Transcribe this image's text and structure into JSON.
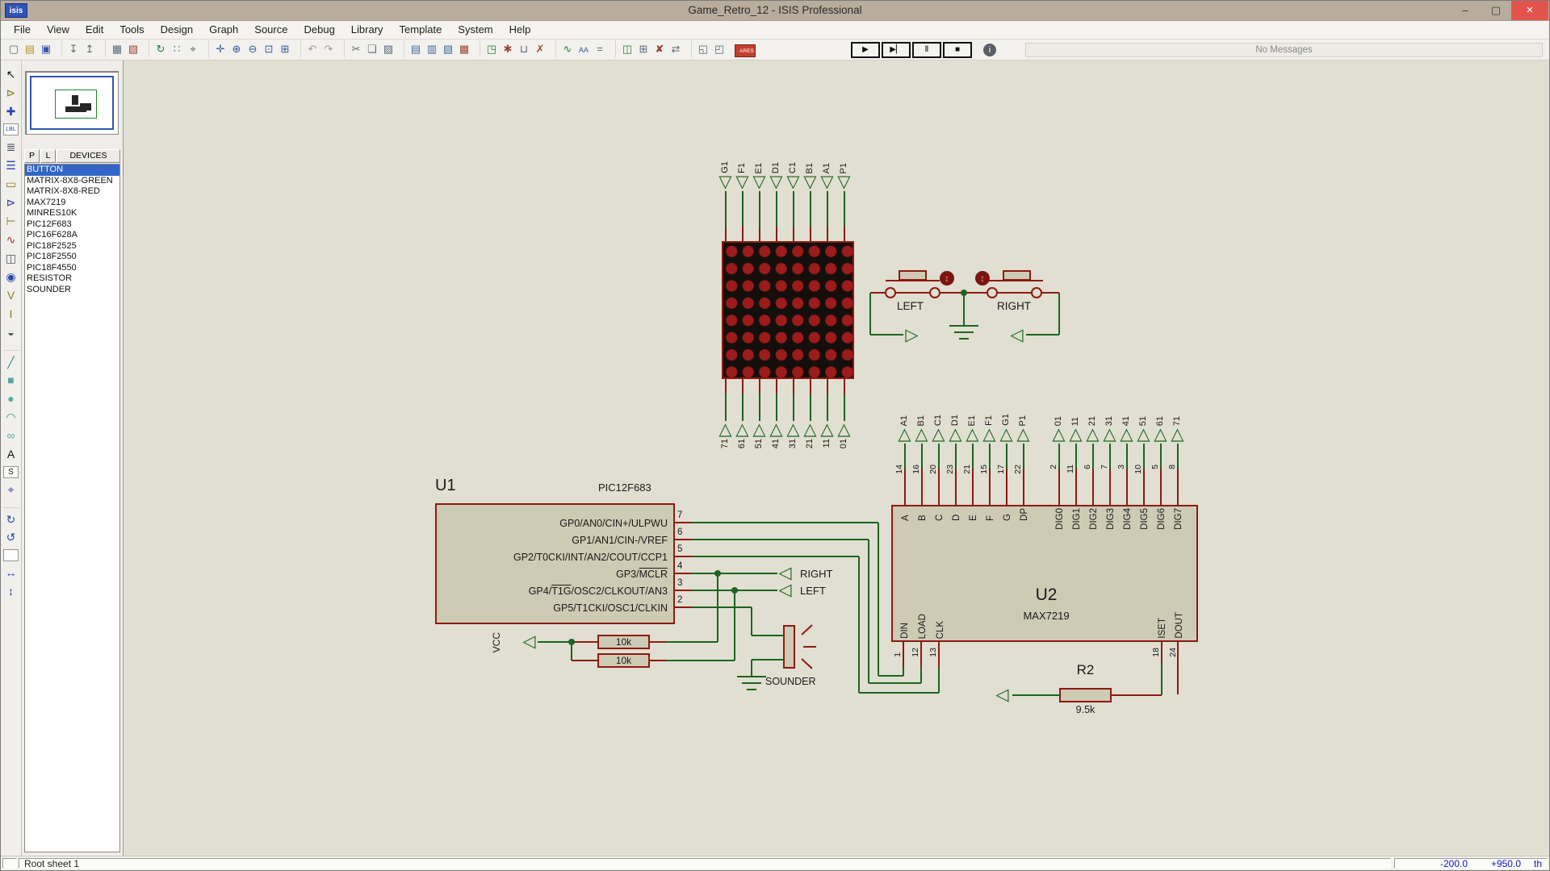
{
  "window": {
    "logo": "isis",
    "title": "Game_Retro_12 - ISIS Professional",
    "minimize": "–",
    "maximize": "▢",
    "close": "×"
  },
  "menu": {
    "items": [
      "File",
      "View",
      "Edit",
      "Tools",
      "Design",
      "Graph",
      "Source",
      "Debug",
      "Library",
      "Template",
      "System",
      "Help"
    ]
  },
  "toolbar": {
    "icons": [
      {
        "name": "new-design",
        "glyph": "▢",
        "color": "#5a6a7a"
      },
      {
        "name": "open-design",
        "glyph": "▤",
        "color": "#b8912f"
      },
      {
        "name": "save-design",
        "glyph": "▣",
        "color": "#3a56a8"
      },
      {
        "name": "import-section",
        "glyph": "↧",
        "color": "#5a6a7a",
        "gap": 1
      },
      {
        "name": "export-section",
        "glyph": "↥",
        "color": "#5a6a7a"
      },
      {
        "name": "print-design",
        "glyph": "▦",
        "color": "#5a6a7a",
        "gap": 1
      },
      {
        "name": "mark-output-area",
        "glyph": "▧",
        "color": "#9a4a3a"
      },
      {
        "name": "redraw-display",
        "glyph": "↻",
        "color": "#2a7a3a",
        "gap": 1
      },
      {
        "name": "toggle-grid",
        "glyph": "∷",
        "color": "#5a6a7a"
      },
      {
        "name": "false-origin",
        "glyph": "⌖",
        "color": "#5a6a7a"
      },
      {
        "name": "pan-centre",
        "glyph": "✛",
        "color": "#3a56a8",
        "gap": 1
      },
      {
        "name": "zoom-in",
        "glyph": "⊕",
        "color": "#3a56a8"
      },
      {
        "name": "zoom-out",
        "glyph": "⊖",
        "color": "#3a56a8"
      },
      {
        "name": "zoom-area",
        "glyph": "⊡",
        "color": "#3a56a8"
      },
      {
        "name": "zoom-all",
        "glyph": "⊞",
        "color": "#3a56a8"
      },
      {
        "name": "undo",
        "glyph": "↶",
        "color": "#9a9a9a",
        "gap": 1
      },
      {
        "name": "redo",
        "glyph": "↷",
        "color": "#9a9a9a"
      },
      {
        "name": "cut",
        "glyph": "✂",
        "color": "#5a6a7a",
        "gap": 1
      },
      {
        "name": "copy",
        "glyph": "❏",
        "color": "#5a6a7a"
      },
      {
        "name": "paste",
        "glyph": "▨",
        "color": "#5a6a7a"
      },
      {
        "name": "block-copy",
        "glyph": "▤",
        "color": "#4a6a9a",
        "gap": 1
      },
      {
        "name": "block-move",
        "glyph": "▥",
        "color": "#4a6a9a"
      },
      {
        "name": "block-rotate",
        "glyph": "▧",
        "color": "#4a6a9a"
      },
      {
        "name": "block-delete",
        "glyph": "▩",
        "color": "#9a4a3a"
      },
      {
        "name": "pick-device",
        "glyph": "◳",
        "color": "#2a7a3a",
        "gap": 1
      },
      {
        "name": "make-device",
        "glyph": "✱",
        "color": "#9a4a3a"
      },
      {
        "name": "packaging-tool",
        "glyph": "⊔",
        "color": "#5a6a7a"
      },
      {
        "name": "decompose",
        "glyph": "✗",
        "color": "#9a4a3a"
      },
      {
        "name": "wire-autorouter",
        "glyph": "∿",
        "color": "#2a7a3a",
        "gap": 1
      },
      {
        "name": "search-tag",
        "glyph": "AA",
        "color": "#3a56a8",
        "fs": "9px"
      },
      {
        "name": "property-assignment",
        "glyph": "=",
        "color": "#5a6a7a"
      },
      {
        "name": "design-explorer",
        "glyph": "◫",
        "color": "#2a7a3a",
        "gap": 1
      },
      {
        "name": "new-sheet",
        "glyph": "⊞",
        "color": "#5a6a7a"
      },
      {
        "name": "remove-sheet",
        "glyph": "✘",
        "color": "#9a3a2a"
      },
      {
        "name": "goto-sheet",
        "glyph": "⇄",
        "color": "#5a6a7a"
      },
      {
        "name": "zoom-to-child",
        "glyph": "◱",
        "color": "#5a6a7a",
        "gap": 1
      },
      {
        "name": "exit-to-parent",
        "glyph": "◰",
        "color": "#5a6a7a"
      },
      {
        "name": "netlist-to-ares",
        "glyph": "ARES",
        "color": "#ffffff",
        "cls": "ares",
        "fs": "6.5px",
        "gap": 1
      }
    ],
    "sim": [
      {
        "name": "play-button",
        "glyph": "▶"
      },
      {
        "name": "step-button",
        "glyph": "▶▏"
      },
      {
        "name": "pause-button",
        "glyph": "Ⅱ"
      },
      {
        "name": "stop-button",
        "glyph": "■"
      }
    ],
    "info": "i",
    "message": "No Messages"
  },
  "sidebar": {
    "tools": [
      {
        "name": "selection-mode",
        "glyph": "↖",
        "color": "#111111"
      },
      {
        "name": "component-mode",
        "glyph": "⊳",
        "color": "#8a7a1f"
      },
      {
        "name": "junction-dot-mode",
        "glyph": "✚",
        "color": "#2a46a8"
      },
      {
        "name": "wire-label-mode",
        "glyph": "LBL",
        "color": "#2a46a8",
        "fs": "7px",
        "cls": "boxed"
      },
      {
        "name": "text-script-mode",
        "glyph": "≣",
        "color": "#444455"
      },
      {
        "name": "buses-mode",
        "glyph": "☰",
        "color": "#2a46a8"
      },
      {
        "name": "subcircuit-mode",
        "glyph": "▭",
        "color": "#8a7a1f"
      },
      {
        "name": "terminals-mode",
        "glyph": "⊳",
        "color": "#2a46a8"
      },
      {
        "name": "device-pins-mode",
        "glyph": "⊢",
        "color": "#8a7a1f"
      },
      {
        "name": "graph-mode",
        "glyph": "∿",
        "color": "#aa3333"
      },
      {
        "name": "tape-recorder-mode",
        "glyph": "◫",
        "color": "#555566"
      },
      {
        "name": "generator-mode",
        "glyph": "◉",
        "color": "#2a46a8"
      },
      {
        "name": "voltage-probe-mode",
        "glyph": "V",
        "color": "#8a7a1f"
      },
      {
        "name": "current-probe-mode",
        "glyph": "I",
        "color": "#8a7a1f"
      },
      {
        "name": "virtual-instruments-mode",
        "glyph": "◒",
        "color": "#555566"
      },
      {
        "name": "2d-line-mode",
        "glyph": "╱",
        "color": "#3a8a8a",
        "gap": 1
      },
      {
        "name": "2d-box-mode",
        "glyph": "■",
        "color": "#58a8a0"
      },
      {
        "name": "2d-circle-mode",
        "glyph": "●",
        "color": "#58a8a0"
      },
      {
        "name": "2d-arc-mode",
        "glyph": "◠",
        "color": "#3a8a8a"
      },
      {
        "name": "2d-path-mode",
        "glyph": "∞",
        "color": "#58a8a0"
      },
      {
        "name": "2d-text-mode",
        "glyph": "A",
        "color": "#111111"
      },
      {
        "name": "2d-symbol-mode",
        "glyph": "S",
        "color": "#111111",
        "cls": "boxed",
        "fs": "10px"
      },
      {
        "name": "2d-markers-mode",
        "glyph": "⌖",
        "color": "#2a46a8"
      },
      {
        "name": "rotate-clockwise",
        "glyph": "↻",
        "color": "#2a46a8",
        "gap": 1
      },
      {
        "name": "rotate-anticlockwise",
        "glyph": "↺",
        "color": "#2a46a8"
      },
      {
        "name": "rotation-angle-field",
        "glyph": "",
        "color": "#111111",
        "cls": "boxed"
      },
      {
        "name": "x-mirror",
        "glyph": "↔",
        "color": "#2a46a8"
      },
      {
        "name": "y-mirror",
        "glyph": "↕",
        "color": "#2a46a8"
      }
    ],
    "selector": {
      "p": "P",
      "l": "L",
      "header": "DEVICES",
      "devices": [
        "BUTTON",
        "MATRIX-8X8-GREEN",
        "MATRIX-8X8-RED",
        "MAX7219",
        "MINRES10K",
        "PIC12F683",
        "PIC16F628A",
        "PIC18F2525",
        "PIC18F2550",
        "PIC18F4550",
        "RESISTOR",
        "SOUNDER"
      ]
    }
  },
  "schematic": {
    "matrix": {
      "top": [
        "G1",
        "F1",
        "E1",
        "D1",
        "C1",
        "B1",
        "A1",
        "P1"
      ],
      "bottom": [
        "71",
        "61",
        "51",
        "41",
        "31",
        "21",
        "11",
        "01"
      ]
    },
    "buttons": {
      "left_label": "LEFT",
      "right_label": "RIGHT"
    },
    "u1": {
      "ref": "U1",
      "value": "PIC12F683",
      "pins": [
        {
          "n": "7",
          "pre": "GP0/AN0/CIN+/ULPWU",
          "bar": "",
          "post": ""
        },
        {
          "n": "6",
          "pre": "GP1/AN1/CIN-/VREF",
          "bar": "",
          "post": ""
        },
        {
          "n": "5",
          "pre": "GP2/T0CKI/INT/AN2/COUT/CCP1",
          "bar": "",
          "post": ""
        },
        {
          "n": "4",
          "pre": "GP3/",
          "bar": "MCLR",
          "post": ""
        },
        {
          "n": "3",
          "pre": "GP4/",
          "bar": "T1G",
          "post": "/OSC2/CLKOUT/AN3"
        },
        {
          "n": "2",
          "pre": "GP5/T1CKI/OSC1/CLKIN",
          "bar": "",
          "post": ""
        }
      ]
    },
    "u2": {
      "ref": "U2",
      "value": "MAX7219",
      "groupA": [
        {
          "t": "A1",
          "n": "14",
          "inner": "A"
        },
        {
          "t": "B1",
          "n": "16",
          "inner": "B"
        },
        {
          "t": "C1",
          "n": "20",
          "inner": "C"
        },
        {
          "t": "D1",
          "n": "23",
          "inner": "D"
        },
        {
          "t": "E1",
          "n": "21",
          "inner": "E"
        },
        {
          "t": "F1",
          "n": "15",
          "inner": "F"
        },
        {
          "t": "G1",
          "n": "17",
          "inner": "G"
        },
        {
          "t": "P1",
          "n": "22",
          "inner": "DP"
        }
      ],
      "groupB": [
        {
          "t": "01",
          "n": "2",
          "inner": "DIG0"
        },
        {
          "t": "11",
          "n": "11",
          "inner": "DIG1"
        },
        {
          "t": "21",
          "n": "6",
          "inner": "DIG2"
        },
        {
          "t": "31",
          "n": "7",
          "inner": "DIG3"
        },
        {
          "t": "41",
          "n": "3",
          "inner": "DIG4"
        },
        {
          "t": "51",
          "n": "10",
          "inner": "DIG5"
        },
        {
          "t": "61",
          "n": "5",
          "inner": "DIG6"
        },
        {
          "t": "71",
          "n": "8",
          "inner": "DIG7"
        }
      ],
      "bottom_left": [
        {
          "inner": "DIN",
          "n": "1"
        },
        {
          "inner": "LOAD",
          "n": "12"
        },
        {
          "inner": "CLK",
          "n": "13"
        }
      ],
      "bottom_right": [
        {
          "inner": "ISET",
          "n": "18"
        },
        {
          "inner": "DOUT",
          "n": "24"
        }
      ]
    },
    "resistors": {
      "r_top": "10k",
      "r_bottom": "10k",
      "r2_ref": "R2",
      "r2_value": "9.5k"
    },
    "labels": {
      "vcc": "VCC",
      "sounder": "SOUNDER",
      "nav_right": "RIGHT",
      "nav_left": "LEFT"
    }
  },
  "statusbar": {
    "sheet": "Root sheet 1",
    "x": "-200.0",
    "y": "+950.0",
    "units": "th"
  },
  "colors": {
    "wire_green": "#1e6420",
    "wire_red": "#8e1a12",
    "selection": "#3166C6",
    "canvas": "#E0DFD1",
    "chip_fill": "#CDCBB4"
  }
}
